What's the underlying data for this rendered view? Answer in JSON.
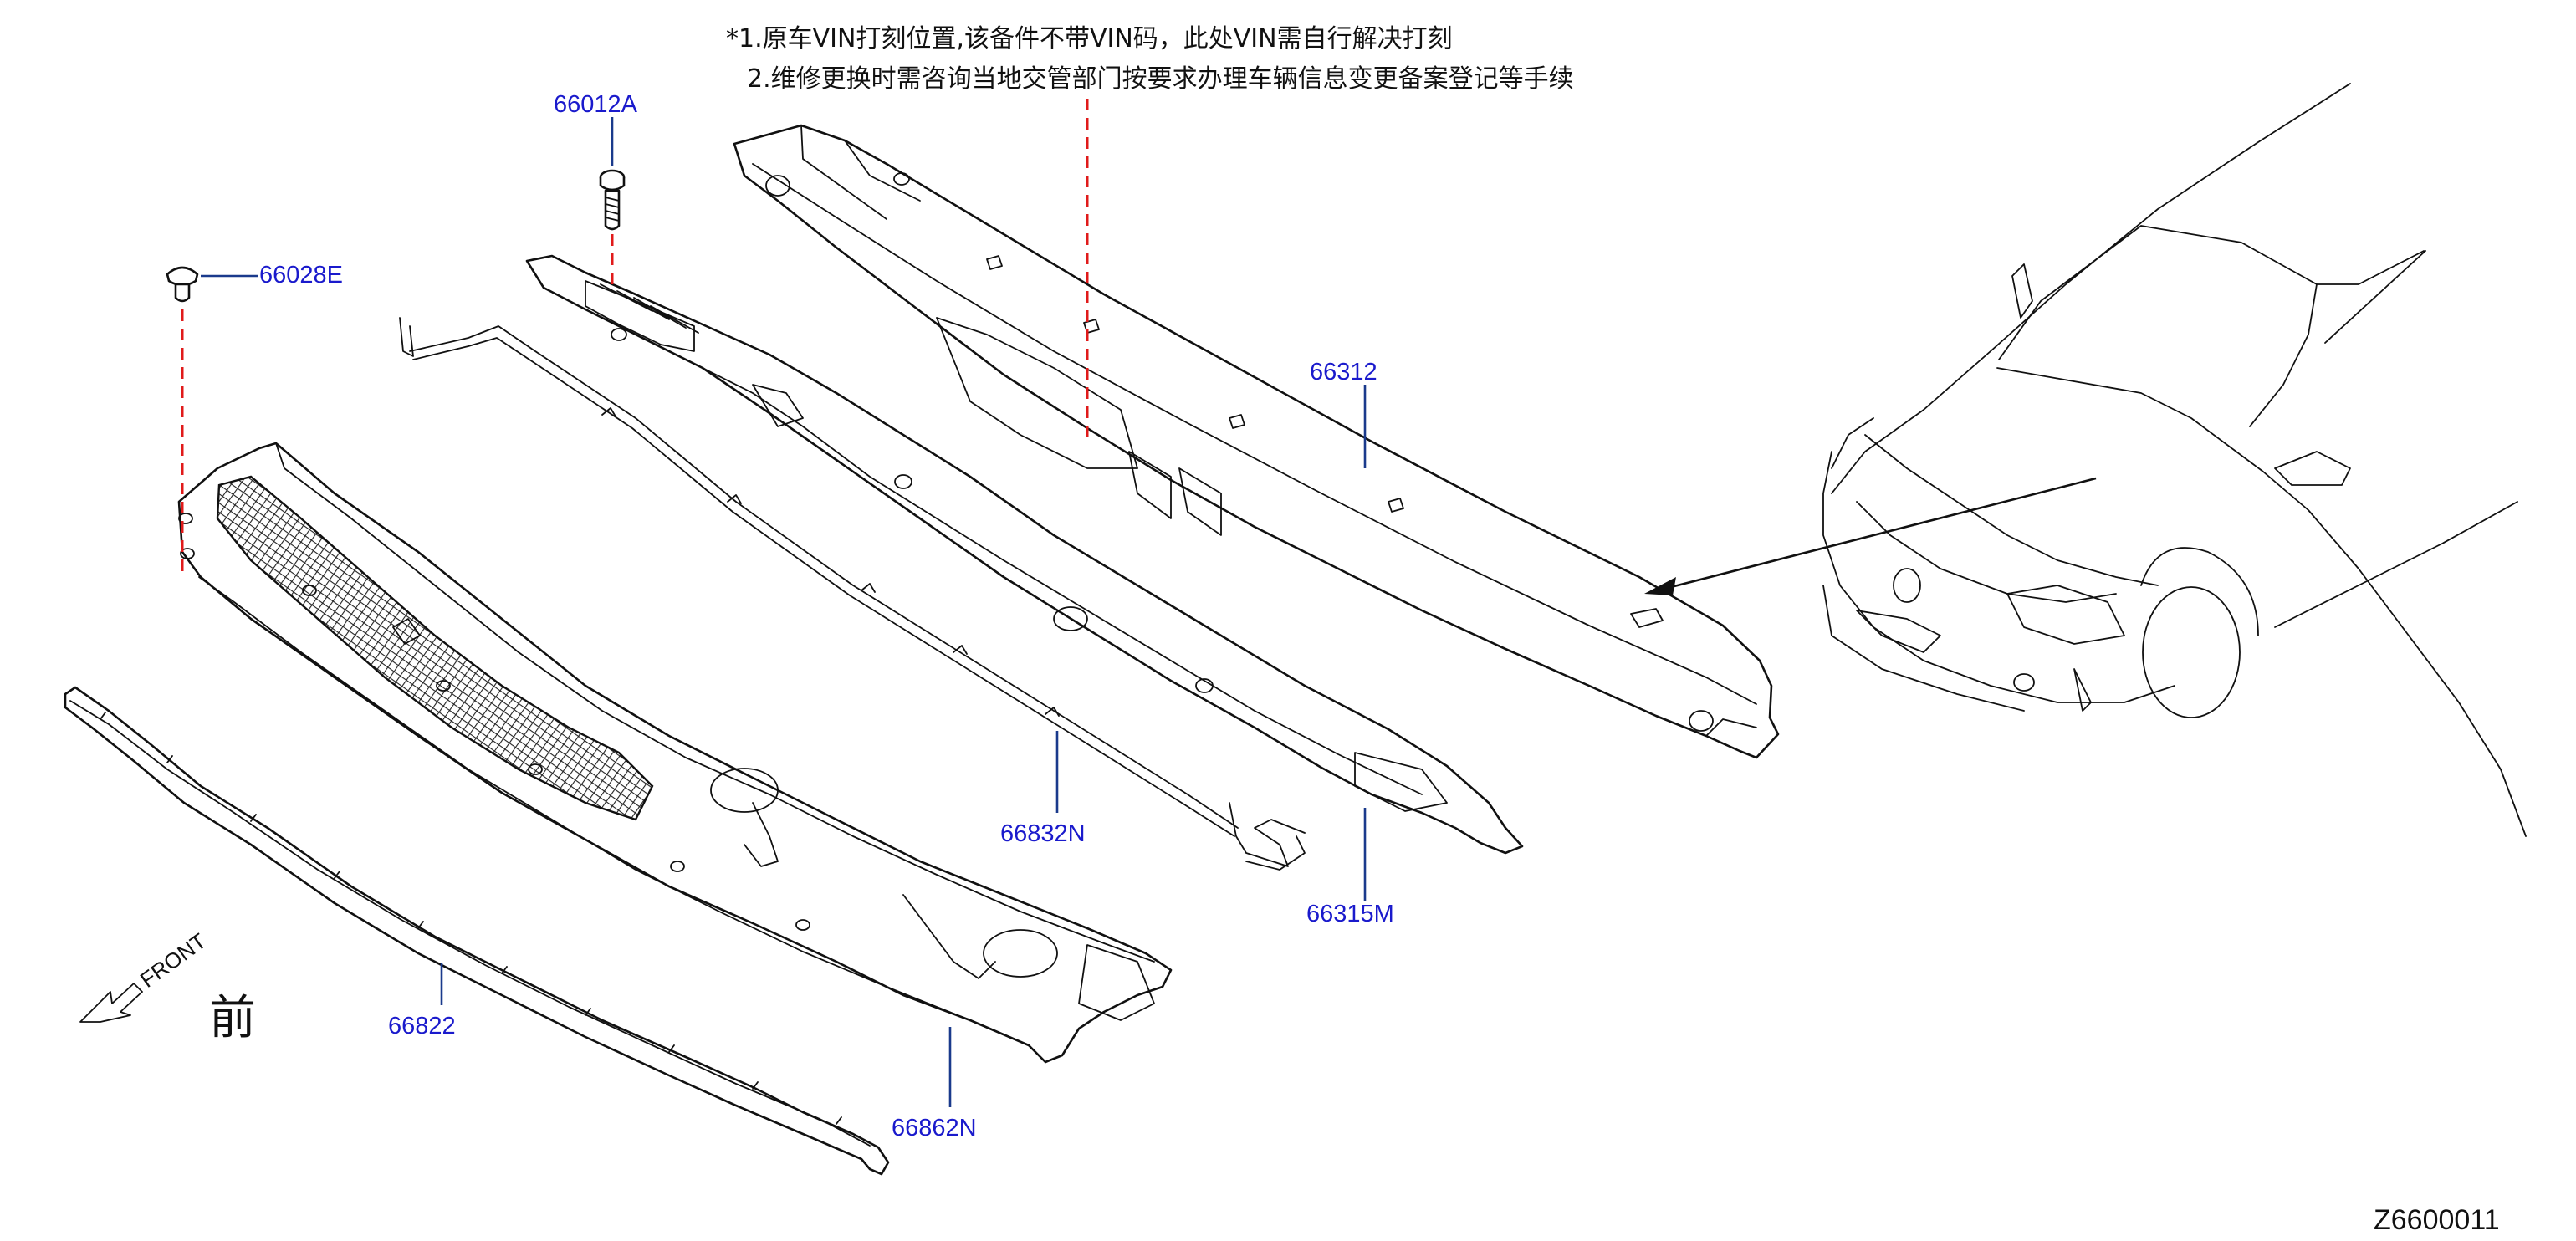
{
  "notes": {
    "line1": "*1.原车VIN打刻位置,该备件不带VIN码，此处VIN需自行解决打刻",
    "line2": "2.维修更换时需咨询当地交管部门按要求办理车辆信息变更备案登记等手续"
  },
  "parts": {
    "p66012A": "66012A",
    "p66028E": "66028E",
    "p66312": "66312",
    "p66832N": "66832N",
    "p66315M": "66315M",
    "p66822": "66822",
    "p66862N": "66862N"
  },
  "front_indicator": {
    "label": "FRONT",
    "label_cn": "前"
  },
  "diagram_id": "Z6600011",
  "colors": {
    "part_label": "#1a1acc",
    "leader_line": "#1a3a8c",
    "vin_marker": "#e01a1a",
    "line_art": "#111111"
  }
}
